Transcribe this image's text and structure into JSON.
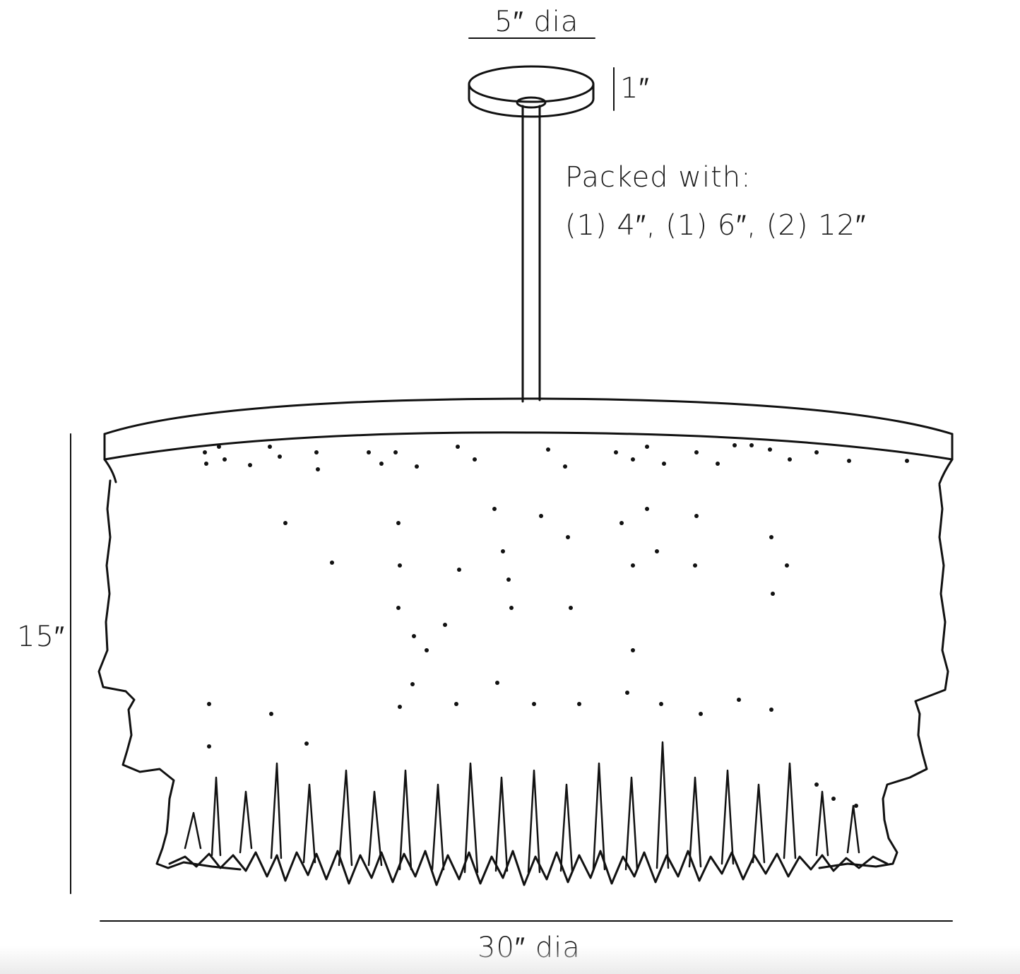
{
  "dimensions": {
    "canopy_diameter": "5″ dia",
    "canopy_height": "1″",
    "fixture_height": "15″",
    "fixture_diameter": "30″ dia"
  },
  "note": {
    "title": "Packed with:",
    "items": "(1) 4″, (1) 6″, (2) 12″"
  },
  "colors": {
    "line": "#111111",
    "background": "#ffffff"
  }
}
